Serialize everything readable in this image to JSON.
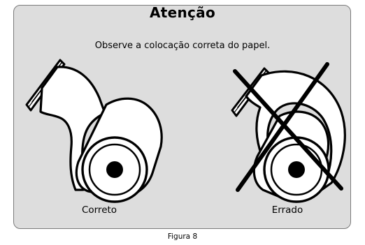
{
  "notice": {
    "title": "Atenção",
    "instruction": "Observe a colocação correta do papel."
  },
  "examples": {
    "correct_label": "Correto",
    "wrong_label": "Errado"
  },
  "figure": {
    "caption": "Figura 8"
  }
}
